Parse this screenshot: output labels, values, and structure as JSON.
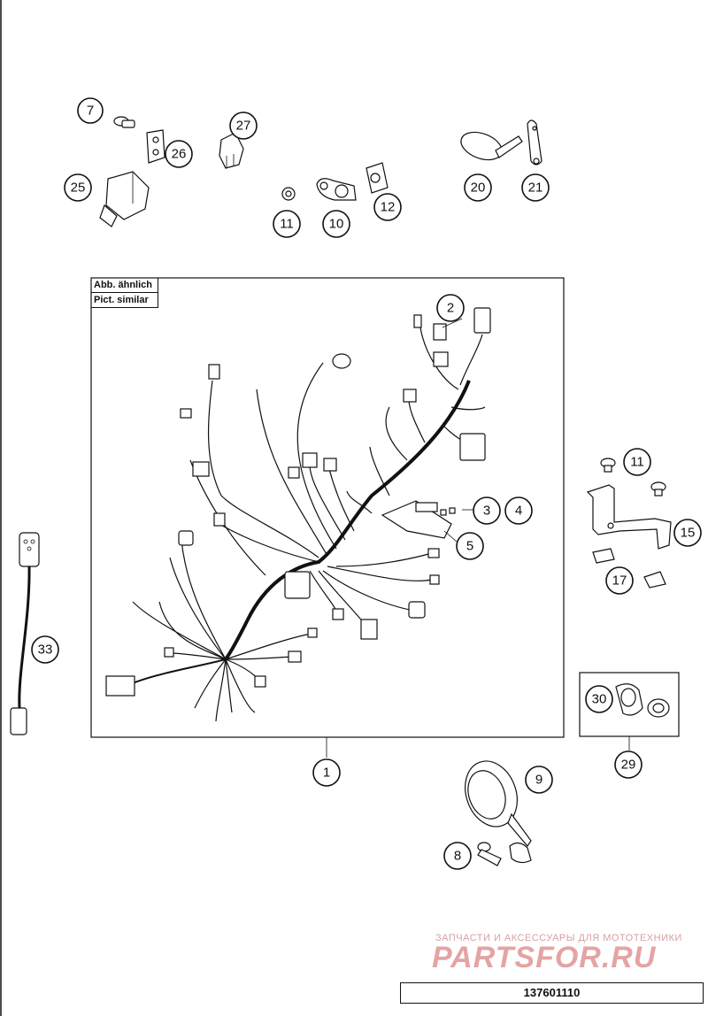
{
  "notes": {
    "line1": "Abb. ähnlich",
    "line2": "Pict. similar"
  },
  "watermark": {
    "subtitle": "ЗАПЧАСТИ И АКСЕССУАРЫ ДЛЯ МОТОТЕХНИКИ",
    "brand": "PARTSFOR.RU"
  },
  "part_number": "137601110",
  "callouts": {
    "c7": "7",
    "c26": "26",
    "c27": "27",
    "c25": "25",
    "c11a": "11",
    "c10": "10",
    "c12": "12",
    "c20": "20",
    "c21": "21",
    "c2": "2",
    "c3": "3",
    "c4": "4",
    "c5": "5",
    "c11b": "11",
    "c15": "15",
    "c17": "17",
    "c33": "33",
    "c1": "1",
    "c9": "9",
    "c8": "8",
    "c30": "30",
    "c29": "29"
  }
}
